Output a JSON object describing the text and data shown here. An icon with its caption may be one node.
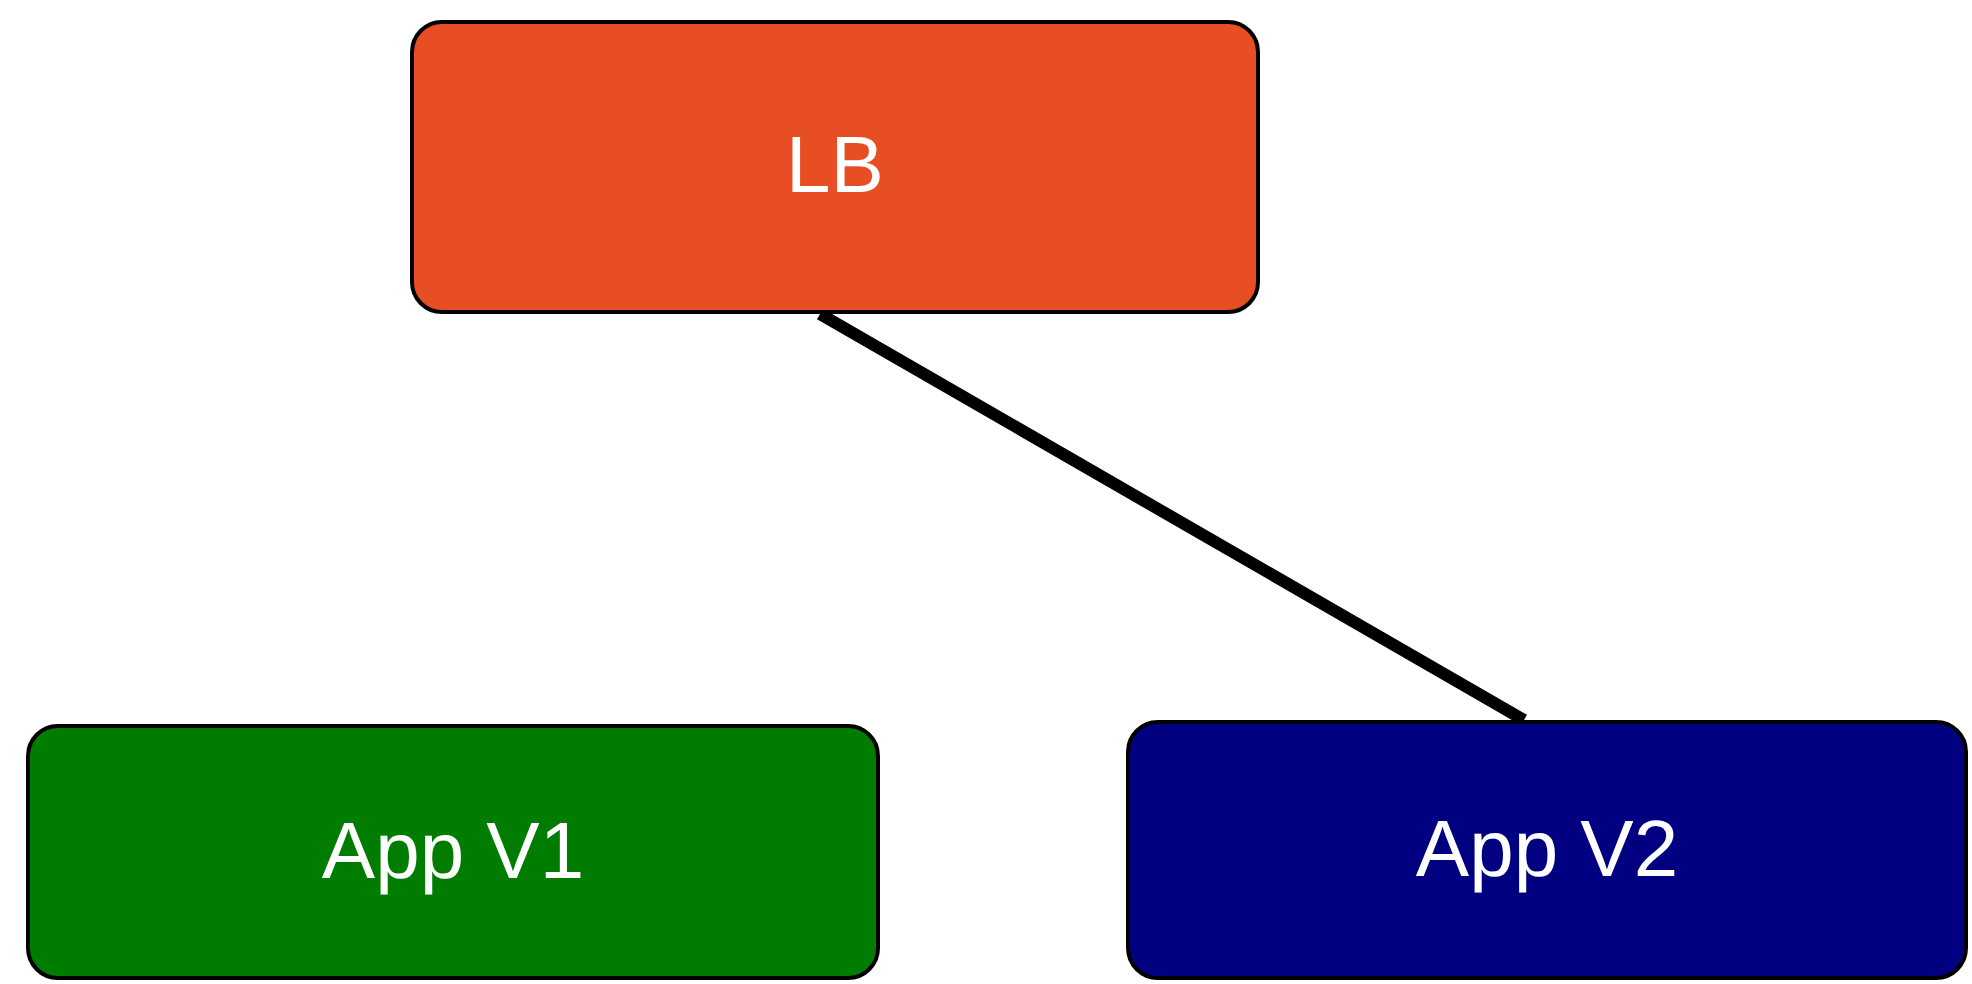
{
  "diagram": {
    "nodes": [
      {
        "text": [
          "LB"
        ]
      },
      {
        "text": [
          "App V1"
        ]
      },
      {
        "text": [
          "App V2"
        ]
      }
    ],
    "edges": [
      {
        "from": 0,
        "to": 2,
        "arrow": "none"
      }
    ]
  }
}
